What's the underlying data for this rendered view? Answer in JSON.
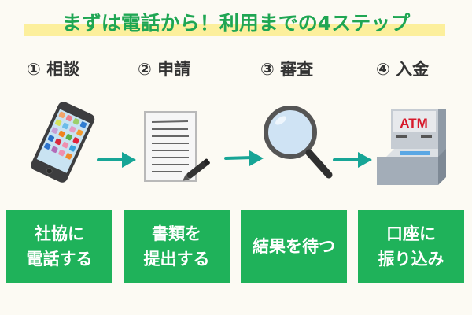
{
  "title": "まずは電話から！利用までの4ステップ",
  "colors": {
    "title_text": "#1fa653",
    "title_highlight": "#fcef9c",
    "box_bg": "#1fb25a",
    "arrow": "#17a596",
    "background": "#fcfaf3"
  },
  "steps": [
    {
      "number": "①",
      "label": "① 相談",
      "icon": "smartphone-icon",
      "box_lines": [
        "社協に",
        "電話する"
      ]
    },
    {
      "number": "②",
      "label": "② 申請",
      "icon": "document-pen-icon",
      "box_lines": [
        "書類を",
        "提出する"
      ]
    },
    {
      "number": "③",
      "label": "③ 審査",
      "icon": "magnifier-icon",
      "box_lines": [
        "結果を待つ"
      ]
    },
    {
      "number": "④",
      "label": "④ 入金",
      "icon": "atm-icon",
      "box_lines": [
        "口座に",
        "振り込み"
      ],
      "atm_text": "ATM"
    }
  ]
}
